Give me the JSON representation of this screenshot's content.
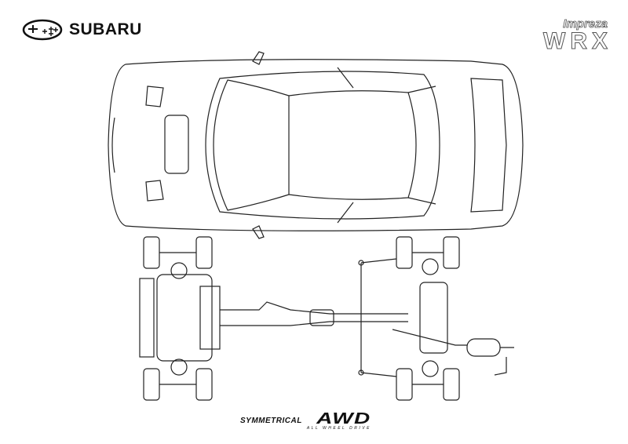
{
  "brand": {
    "name": "SUBARU",
    "icon": "subaru-stars-logo"
  },
  "model": {
    "name": "Impreza",
    "trim": "WRX"
  },
  "footer": {
    "symmetrical": "SYMMETRICAL",
    "awd": "AWD",
    "awd_sub": "ALL WHEEL DRIVE"
  }
}
